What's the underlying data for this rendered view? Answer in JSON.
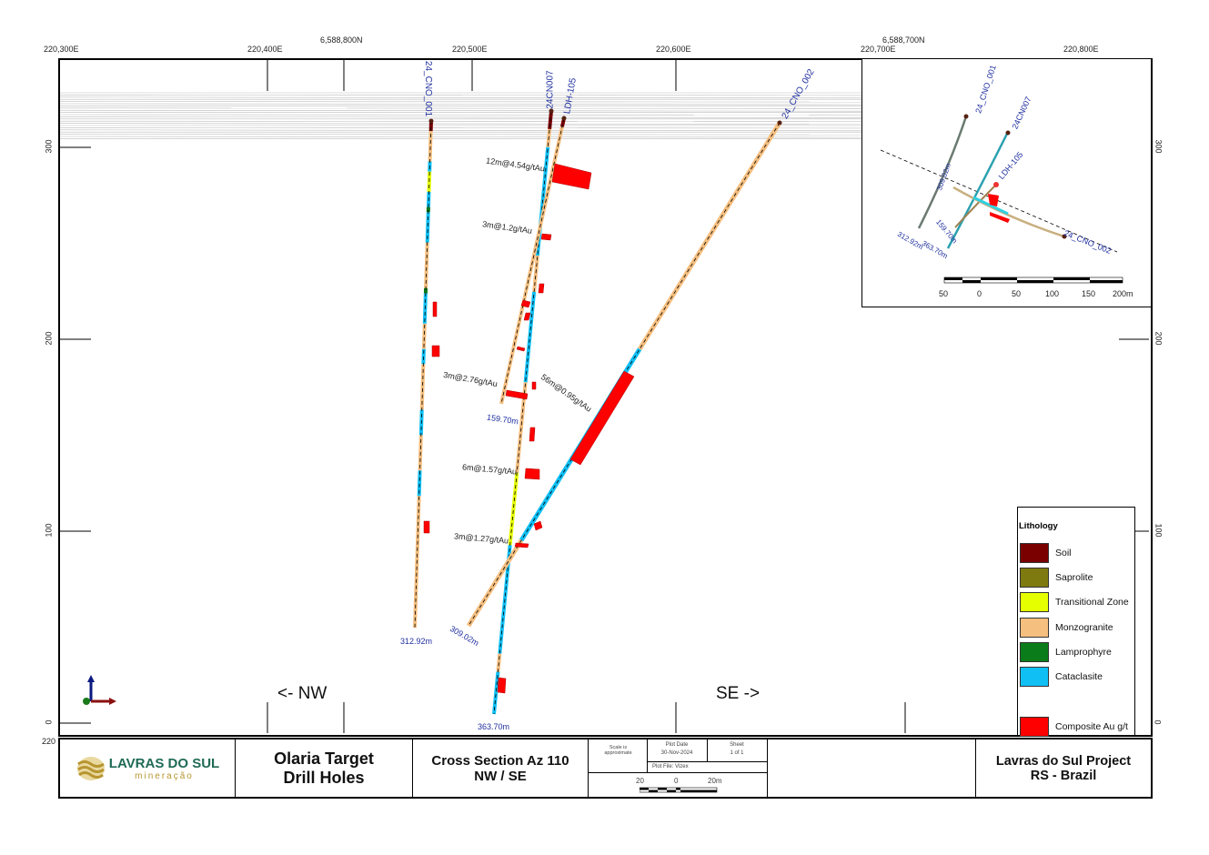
{
  "axes": {
    "easting_labels": [
      "220,300E",
      "220,400E",
      "220,500E",
      "220,600E",
      "220,700E",
      "220,800E"
    ],
    "northing_labels": [
      "6,588,800N",
      "6,588,700N"
    ],
    "elevation_labels": [
      "300",
      "200",
      "100",
      "0"
    ],
    "corner_label": "220"
  },
  "directions": {
    "left": "<- NW",
    "right": "SE ->"
  },
  "holes": [
    {
      "name": "24_CNO_001",
      "depth": "312.92m"
    },
    {
      "name": "24CN007",
      "depth": "363.70m"
    },
    {
      "name": "LDH-105",
      "depth": "159.70m"
    },
    {
      "name": "24_CNO_002",
      "depth": "309.02m"
    }
  ],
  "intercepts": [
    "12m@4.54g/tAu",
    "3m@1.2g/tAu",
    "3m@2.76g/tAu",
    "56m@0.95g/tAu",
    "6m@1.57g/tAu",
    "3m@1.27g/tAu"
  ],
  "inset": {
    "labels": [
      "24_CNO_001",
      "24CN007",
      "LDH-105",
      "24_CNO_002",
      "312.92m",
      "363.70m",
      "159.70m",
      "309.02m"
    ],
    "scale": [
      "50",
      "0",
      "50",
      "100",
      "150",
      "200m"
    ]
  },
  "legend": {
    "title": "Lithology",
    "items": [
      {
        "label": "Soil",
        "color": "#7a0000"
      },
      {
        "label": "Saprolite",
        "color": "#7f7a10"
      },
      {
        "label": "Transitional Zone",
        "color": "#e6ff00"
      },
      {
        "label": "Monzogranite",
        "color": "#f5bf80"
      },
      {
        "label": "Lamprophyre",
        "color": "#0a7d1a"
      },
      {
        "label": "Cataclasite",
        "color": "#10c0f5"
      },
      {
        "label": "Composite Au g/t",
        "color": "#ff0000"
      }
    ]
  },
  "title_block": {
    "logo_main": "LAVRAS DO SUL",
    "logo_sub": "mineração",
    "title_1": "Olaria Target",
    "title_2": "Drill Holes",
    "section_1": "Cross Section Az 110",
    "section_2": "NW / SE",
    "scale_note": "Scale is approximate",
    "plot_date_label": "Plot Date",
    "plot_date": "30-Nov-2024",
    "sheet_label": "Sheet",
    "sheet": "1 of 1",
    "plot_file": "Plot File: Vizex",
    "scalebar": [
      "20",
      "0",
      "20m"
    ],
    "project_1": "Lavras do Sul Project",
    "project_2": "RS - Brazil"
  }
}
